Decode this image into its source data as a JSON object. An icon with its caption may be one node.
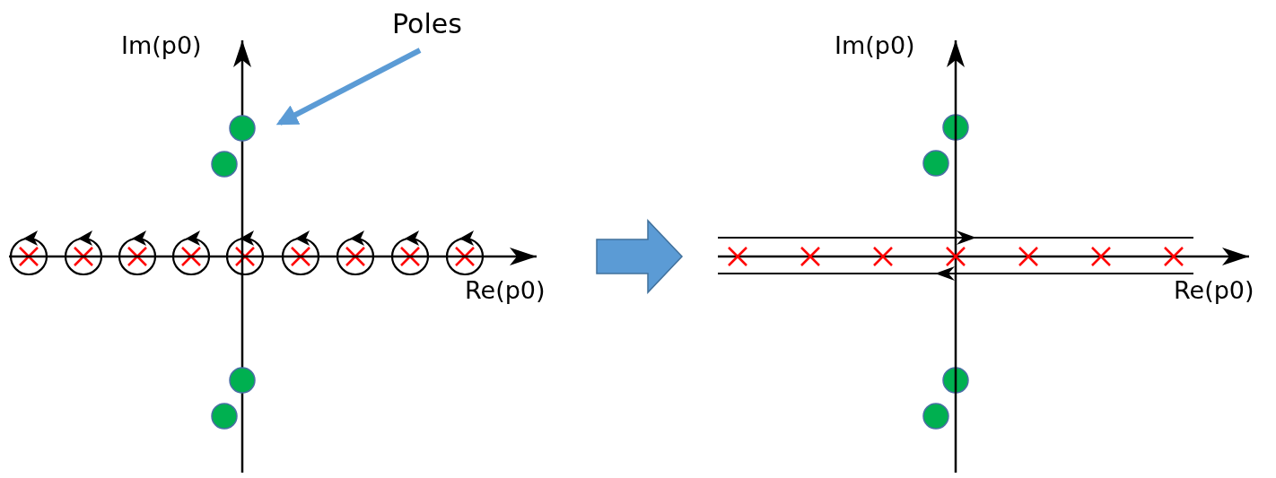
{
  "diagram": {
    "nodes": [
      {
        "text": [
          "Poles"
        ]
      },
      {
        "text": [],
        "shape": "circle"
      },
      {
        "text": [],
        "shape": "circle"
      },
      {
        "text": [],
        "shape": "circle"
      },
      {
        "text": [],
        "shape": "circle"
      },
      {
        "text": [],
        "shape": "circle"
      },
      {
        "text": [],
        "shape": "circle"
      },
      {
        "text": [],
        "shape": "circle"
      },
      {
        "text": [],
        "shape": "circle"
      }
    ],
    "edges": [
      {
        "from": 0,
        "to": 1,
        "arrow": "to"
      }
    ],
    "labels": [
      "Im(p0)",
      "Im(p0)",
      "Re(p0)",
      "Re(p0)"
    ]
  }
}
